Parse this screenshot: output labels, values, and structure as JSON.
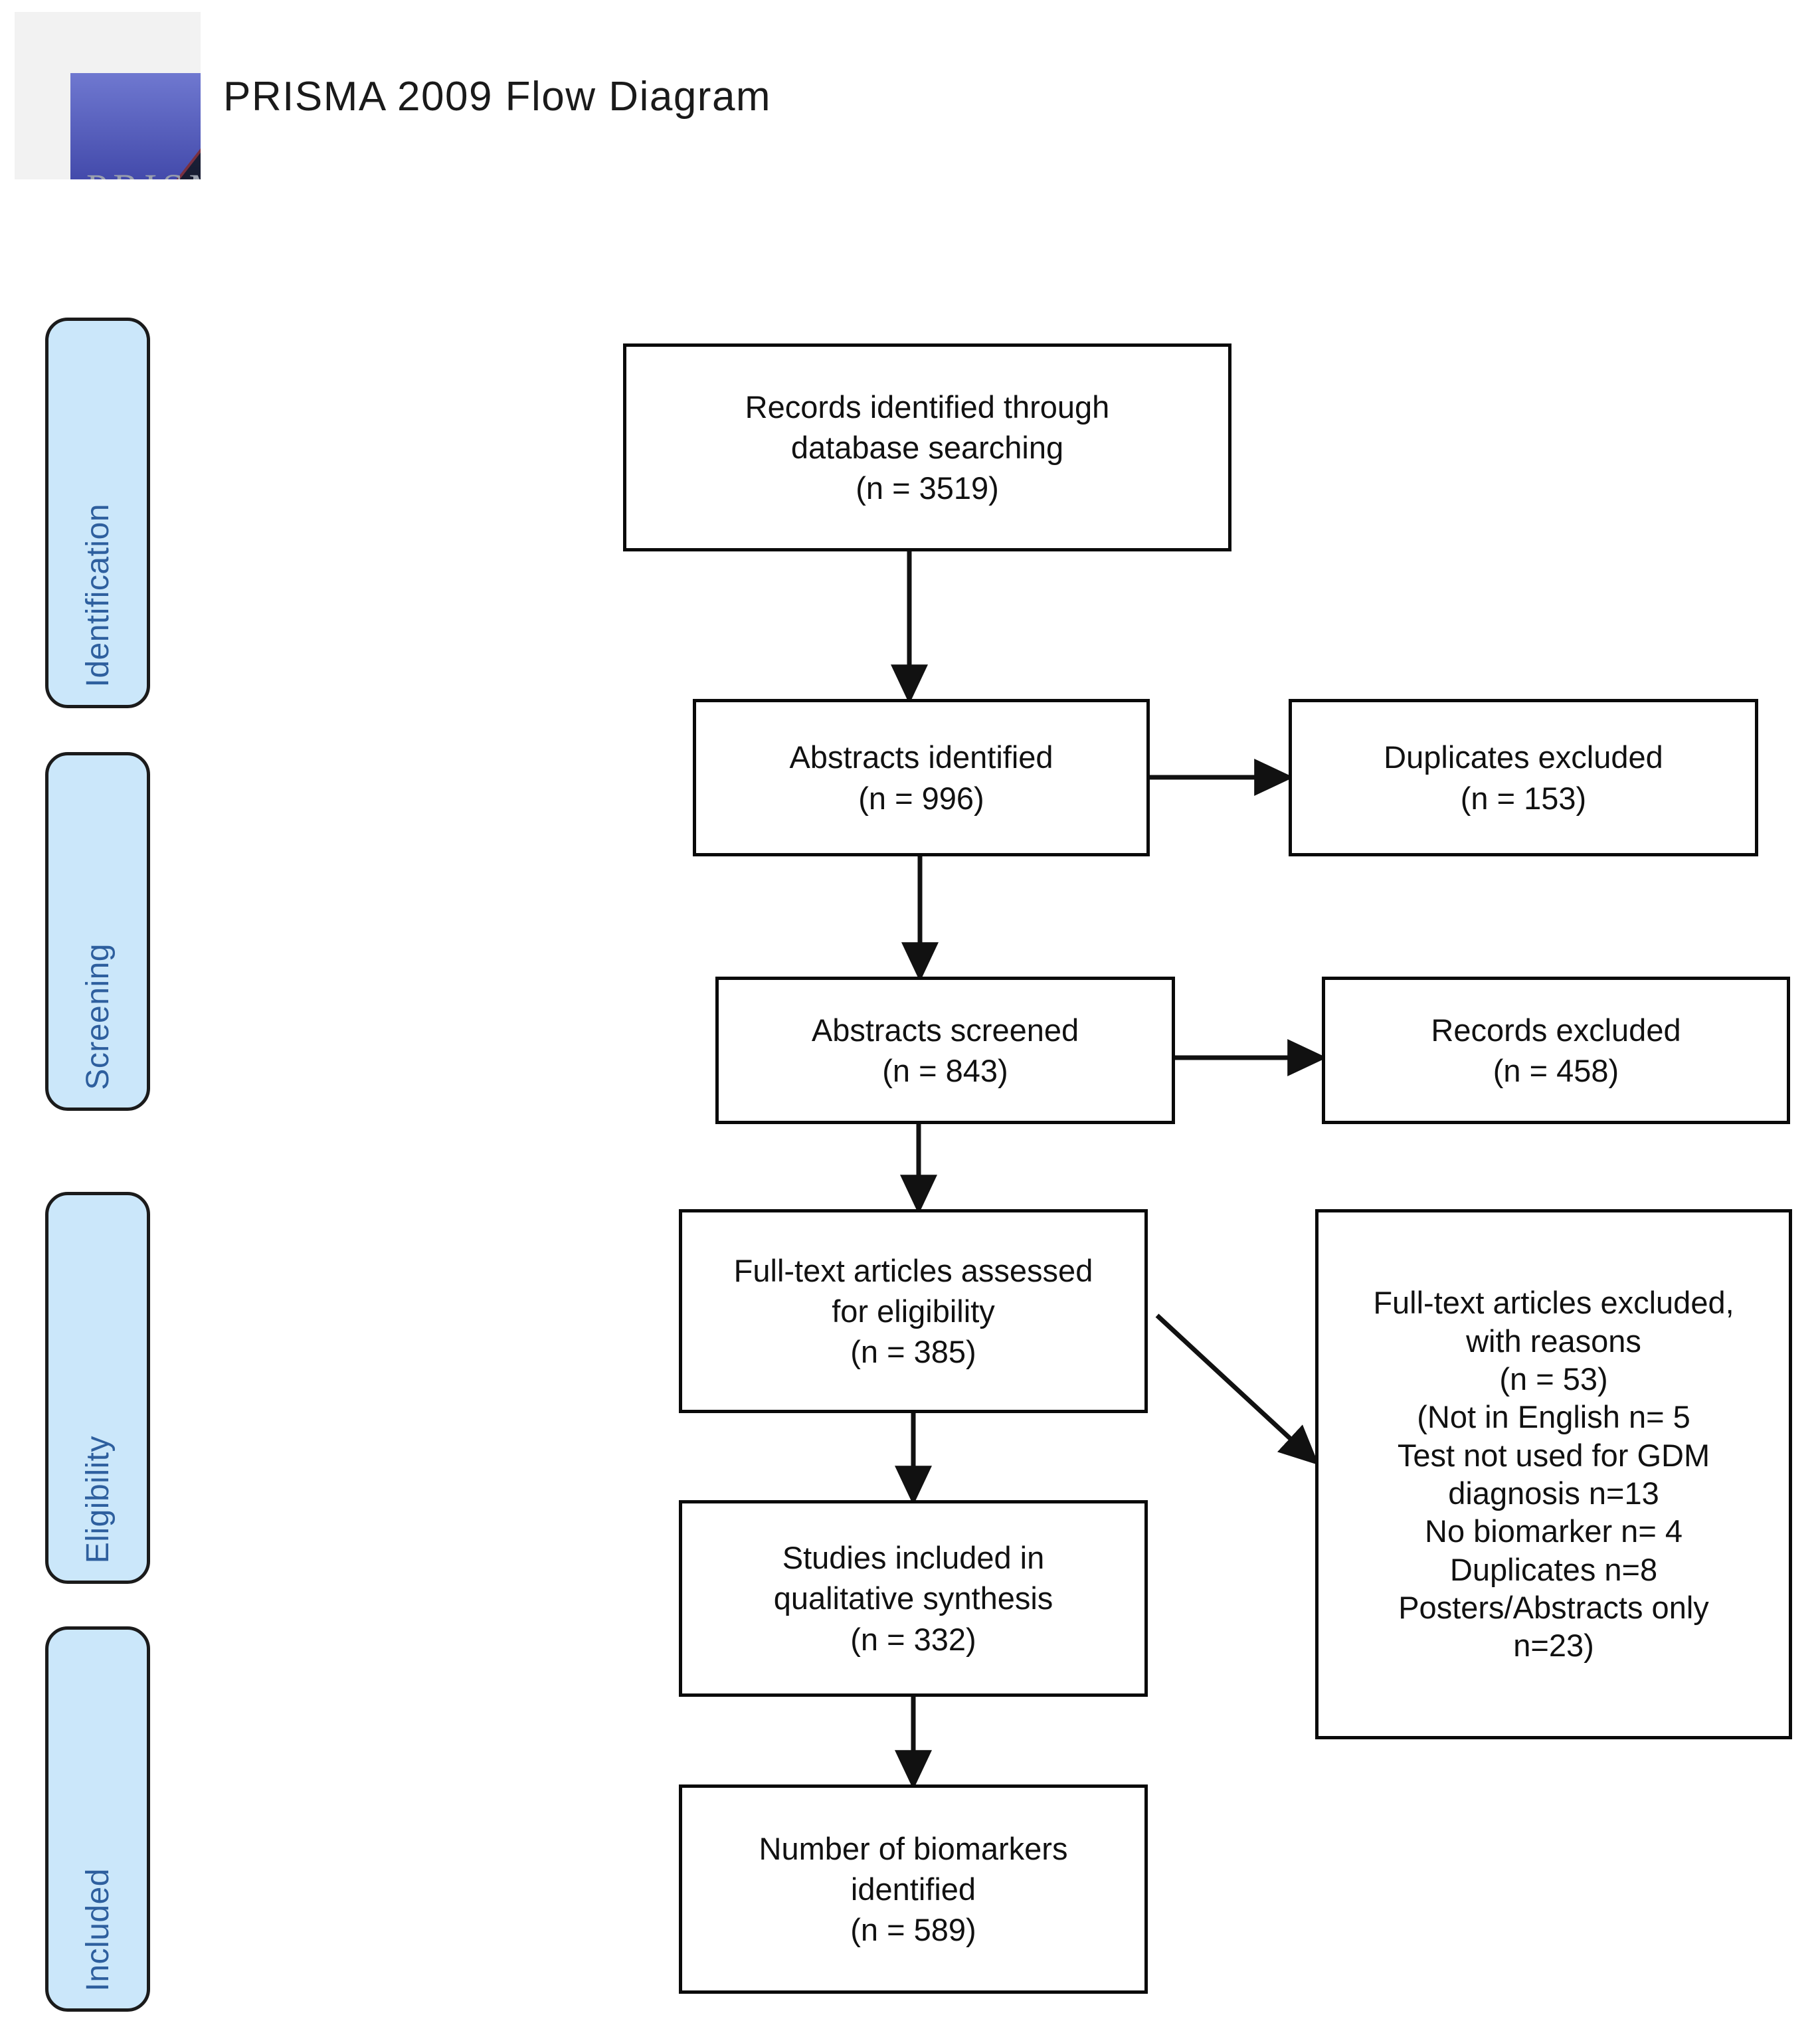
{
  "header": {
    "logo_alt": "prisma-logo",
    "title": "PRISMA  2009 Flow  Diagram"
  },
  "stages": [
    {
      "id": "identification",
      "label": "Identification"
    },
    {
      "id": "screening",
      "label": "Screening"
    },
    {
      "id": "eligibility",
      "label": "Eligibility"
    },
    {
      "id": "included",
      "label": "Included"
    }
  ],
  "boxes": {
    "records_identified": {
      "name": "records-identified-box",
      "lines": [
        "Records identified through",
        "database searching",
        "(n =  3519)"
      ]
    },
    "abstracts_identified": {
      "name": "abstracts-identified-box",
      "lines": [
        "Abstracts identified",
        "(n = 996)"
      ]
    },
    "duplicates_excluded": {
      "name": "duplicates-excluded-box",
      "lines": [
        "Duplicates excluded",
        "(n = 153)"
      ]
    },
    "abstracts_screened": {
      "name": "abstracts-screened-box",
      "lines": [
        "Abstracts screened",
        "(n = 843)"
      ]
    },
    "records_excluded": {
      "name": "records-excluded-box",
      "lines": [
        "Records excluded",
        "(n = 458)"
      ]
    },
    "fulltext_assessed": {
      "name": "fulltext-assessed-box",
      "lines": [
        "Full-text articles assessed",
        "for eligibility",
        "(n = 385)"
      ]
    },
    "fulltext_excluded": {
      "name": "fulltext-excluded-box",
      "lines": [
        "Full-text articles excluded,",
        "with reasons",
        "(n = 53)",
        "(Not in English n= 5",
        "Test not used for GDM",
        "diagnosis n=13",
        "No biomarker n= 4",
        "Duplicates n=8",
        "Posters/Abstracts only",
        "n=23)"
      ]
    },
    "studies_included": {
      "name": "studies-included-box",
      "lines": [
        "Studies included in",
        "qualitative synthesis",
        "(n = 332)"
      ]
    },
    "biomarkers_identified": {
      "name": "biomarkers-identified-box",
      "lines": [
        "Number of biomarkers",
        "identified",
        "(n = 589)"
      ]
    }
  },
  "colors": {
    "stage_fill": "#cbe7fa",
    "stage_text": "#2e5f9e",
    "box_border": "#0a0a0a",
    "connector": "#111111",
    "logo_blue": "#5a63c0",
    "logo_dark": "#141a33"
  },
  "chart_data": {
    "type": "table",
    "title": "PRISMA  2009 Flow  Diagram",
    "nodes": [
      {
        "stage": "Identification",
        "label": "Records identified through database searching",
        "n": 3519
      },
      {
        "stage": "Screening",
        "label": "Abstracts identified",
        "n": 996
      },
      {
        "stage": "Screening",
        "label": "Duplicates excluded",
        "n": 153
      },
      {
        "stage": "Screening",
        "label": "Abstracts screened",
        "n": 843
      },
      {
        "stage": "Screening",
        "label": "Records excluded",
        "n": 458
      },
      {
        "stage": "Eligibility",
        "label": "Full-text articles assessed for eligibility",
        "n": 385
      },
      {
        "stage": "Eligibility",
        "label": "Full-text articles excluded, with reasons",
        "n": 53
      },
      {
        "stage": "Eligibility",
        "label": "Not in English",
        "n": 5
      },
      {
        "stage": "Eligibility",
        "label": "Test not used for GDM diagnosis",
        "n": 13
      },
      {
        "stage": "Eligibility",
        "label": "No biomarker",
        "n": 4
      },
      {
        "stage": "Eligibility",
        "label": "Duplicates",
        "n": 8
      },
      {
        "stage": "Eligibility",
        "label": "Posters/Abstracts only",
        "n": 23
      },
      {
        "stage": "Included",
        "label": "Studies included in qualitative synthesis",
        "n": 332
      },
      {
        "stage": "Included",
        "label": "Number of biomarkers identified",
        "n": 589
      }
    ],
    "edges": [
      {
        "from": "Records identified through database searching",
        "to": "Abstracts identified"
      },
      {
        "from": "Abstracts identified",
        "to": "Duplicates excluded"
      },
      {
        "from": "Abstracts identified",
        "to": "Abstracts screened"
      },
      {
        "from": "Abstracts screened",
        "to": "Records excluded"
      },
      {
        "from": "Abstracts screened",
        "to": "Full-text articles assessed for eligibility"
      },
      {
        "from": "Full-text articles assessed for eligibility",
        "to": "Full-text articles excluded, with reasons"
      },
      {
        "from": "Full-text articles assessed for eligibility",
        "to": "Studies included in qualitative synthesis"
      },
      {
        "from": "Studies included in qualitative synthesis",
        "to": "Number of biomarkers identified"
      }
    ]
  }
}
